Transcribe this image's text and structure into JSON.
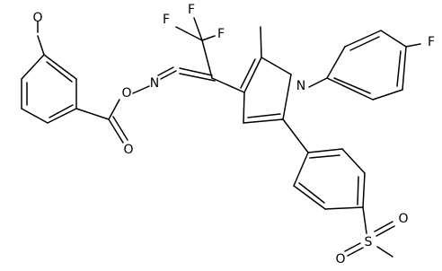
{
  "colors": {
    "bond": "#000000",
    "background": "#ffffff"
  },
  "atoms": {
    "f_top_left": "F",
    "f_top_right": "F",
    "f_mid": "F",
    "f_para": "F",
    "o_methoxy": "O",
    "o_ester": "O",
    "o_carbonyl": "O",
    "n_oxime": "N",
    "n_pyrrole": "N",
    "s_sulfonyl": "S",
    "o_sulfonyl_a": "O",
    "o_sulfonyl_b": "O"
  }
}
